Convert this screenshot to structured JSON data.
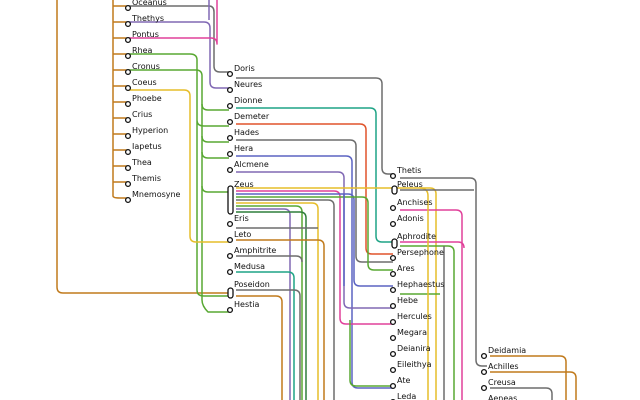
{
  "diagram": {
    "type": "genealogy-metro-map",
    "colors": {
      "orange": "#c07a1c",
      "gray": "#6d6d6d",
      "pink": "#e0409a",
      "purple": "#8068b4",
      "green": "#58a832",
      "yellow": "#e6bd2a",
      "teal": "#1fa486",
      "red": "#e0542b",
      "blue": "#5b63c2",
      "darkgreen": "#2f7e3b",
      "node": "#111111"
    },
    "nodes": [
      {
        "id": "oceanus",
        "label": "Oceanus"
      },
      {
        "id": "thethys",
        "label": "Thethys"
      },
      {
        "id": "pontus",
        "label": "Pontus"
      },
      {
        "id": "rhea",
        "label": "Rhea"
      },
      {
        "id": "cronus",
        "label": "Cronus"
      },
      {
        "id": "coeus",
        "label": "Coeus"
      },
      {
        "id": "phoebe",
        "label": "Phoebe"
      },
      {
        "id": "crius",
        "label": "Crius"
      },
      {
        "id": "hyperion",
        "label": "Hyperion"
      },
      {
        "id": "iapetus",
        "label": "Iapetus"
      },
      {
        "id": "thea",
        "label": "Thea"
      },
      {
        "id": "themis",
        "label": "Themis"
      },
      {
        "id": "mnemosyne",
        "label": "Mnemosyne"
      },
      {
        "id": "doris",
        "label": "Doris"
      },
      {
        "id": "neures",
        "label": "Neures"
      },
      {
        "id": "dionne",
        "label": "Dionne"
      },
      {
        "id": "demeter",
        "label": "Demeter"
      },
      {
        "id": "hades",
        "label": "Hades"
      },
      {
        "id": "hera",
        "label": "Hera"
      },
      {
        "id": "alcmene",
        "label": "Alcmene"
      },
      {
        "id": "zeus",
        "label": "Zeus"
      },
      {
        "id": "eris",
        "label": "Eris"
      },
      {
        "id": "leto",
        "label": "Leto"
      },
      {
        "id": "amphitrite",
        "label": "Amphitrite"
      },
      {
        "id": "medusa",
        "label": "Medusa"
      },
      {
        "id": "poseidon",
        "label": "Poseidon"
      },
      {
        "id": "hestia",
        "label": "Hestia"
      },
      {
        "id": "thetis",
        "label": "Thetis"
      },
      {
        "id": "peleus",
        "label": "Peleus"
      },
      {
        "id": "anchises",
        "label": "Anchises"
      },
      {
        "id": "adonis",
        "label": "Adonis"
      },
      {
        "id": "aphrodite",
        "label": "Aphrodite"
      },
      {
        "id": "persephone",
        "label": "Persephone"
      },
      {
        "id": "ares",
        "label": "Ares"
      },
      {
        "id": "hephaestus",
        "label": "Hephaestus"
      },
      {
        "id": "hebe",
        "label": "Hebe"
      },
      {
        "id": "hercules",
        "label": "Hercules"
      },
      {
        "id": "megara",
        "label": "Megara"
      },
      {
        "id": "deianira",
        "label": "Deianira"
      },
      {
        "id": "eileithya",
        "label": "Eileithya"
      },
      {
        "id": "ate",
        "label": "Ate"
      },
      {
        "id": "leda",
        "label": "Leda"
      },
      {
        "id": "deidamia",
        "label": "Deidamia"
      },
      {
        "id": "achilles",
        "label": "Achilles"
      },
      {
        "id": "creusa",
        "label": "Creusa"
      },
      {
        "id": "aeneas",
        "label": "Aeneas"
      }
    ]
  }
}
